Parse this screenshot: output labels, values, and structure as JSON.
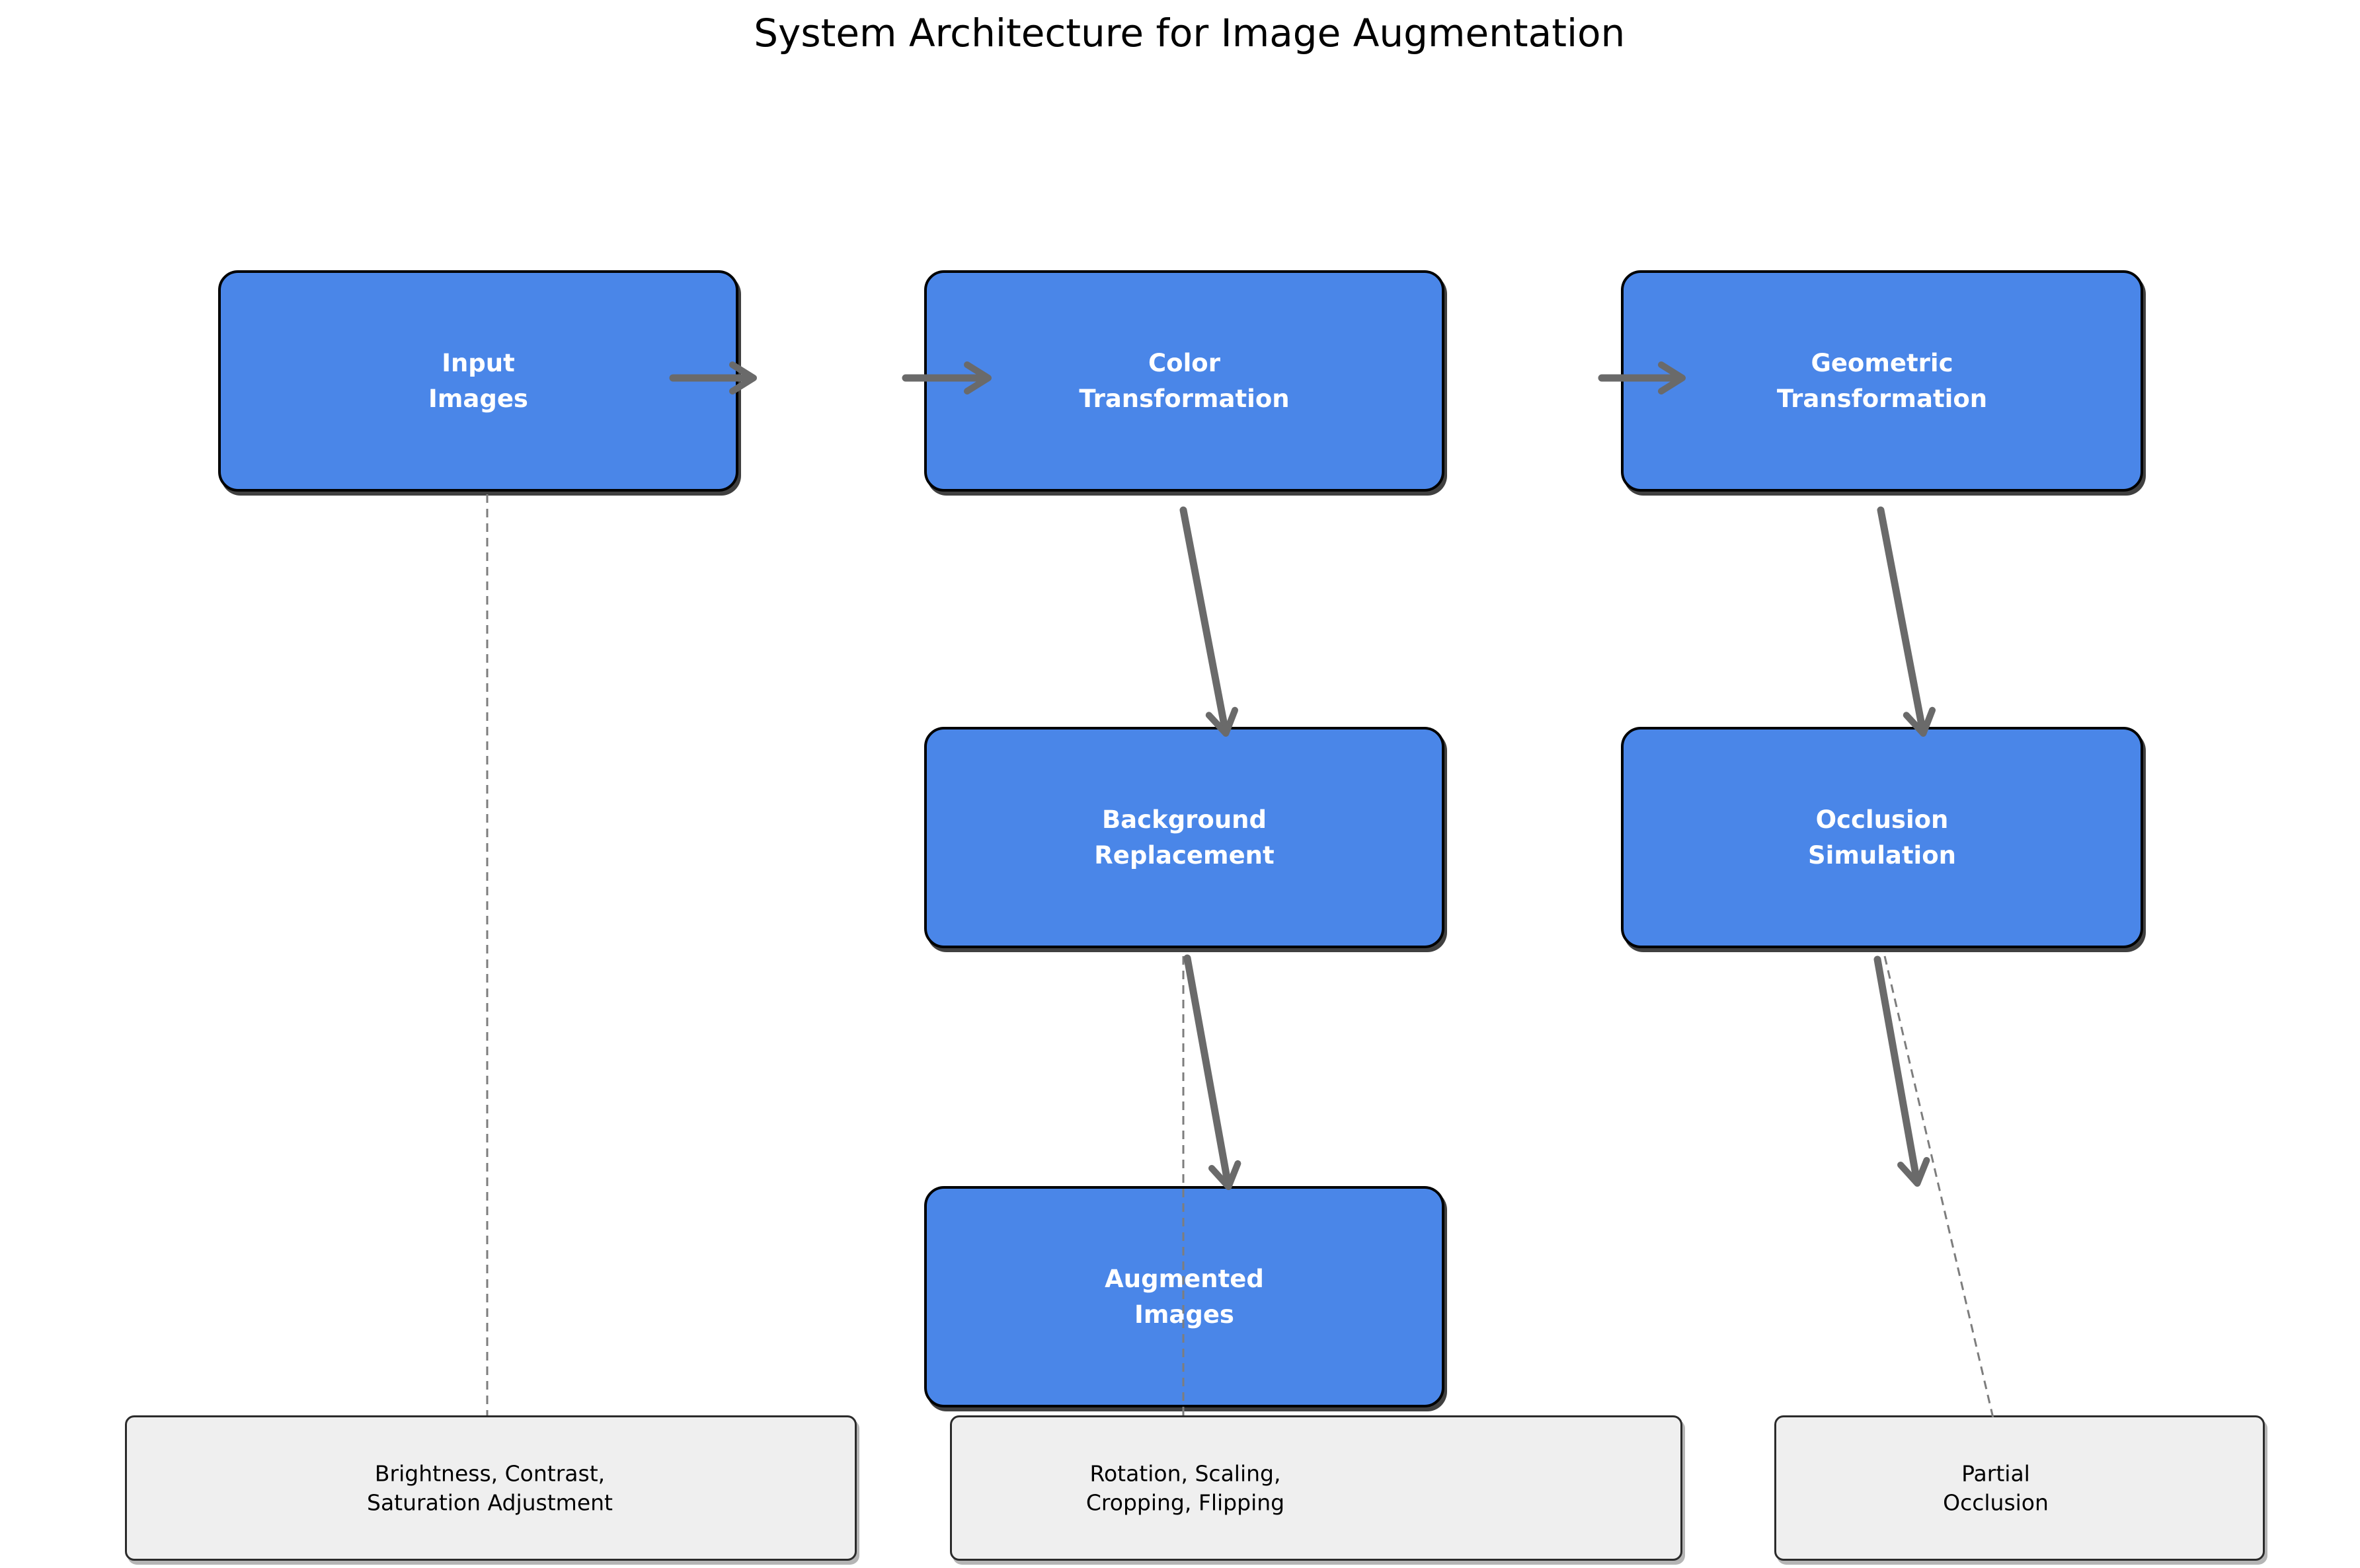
{
  "title": "System Architecture for Image Augmentation",
  "colors": {
    "node_fill": "#4a86e8",
    "node_border": "#000000",
    "node_text": "#ffffff",
    "note_fill": "#efefef",
    "note_border": "#2b2b2b",
    "note_text": "#000000",
    "arrow": "#6a6a6a",
    "dashed_line": "#7d7d7d",
    "background": "#ffffff",
    "title_text": "#000000"
  },
  "nodes": {
    "input_images": {
      "lines": [
        "Input",
        "Images"
      ]
    },
    "color_transformation": {
      "lines": [
        "Color",
        "Transformation"
      ]
    },
    "geometric_transformation": {
      "lines": [
        "Geometric",
        "Transformation"
      ]
    },
    "background_replacement": {
      "lines": [
        "Background",
        "Replacement"
      ]
    },
    "occlusion_simulation": {
      "lines": [
        "Occlusion",
        "Simulation"
      ]
    },
    "augmented_images": {
      "lines": [
        "Augmented",
        "Images"
      ]
    }
  },
  "notes": {
    "color_adjustments": {
      "lines": [
        "Brightness, Contrast,",
        "Saturation Adjustment"
      ]
    },
    "geometric_operations": {
      "lines": [
        "Rotation, Scaling,",
        "Cropping, Flipping"
      ]
    },
    "occlusion_detail": {
      "lines": [
        "Partial",
        "Occlusion"
      ]
    }
  },
  "icons": {
    "arrow_right": "right-arrow",
    "arrow_down": "down-arrow"
  }
}
